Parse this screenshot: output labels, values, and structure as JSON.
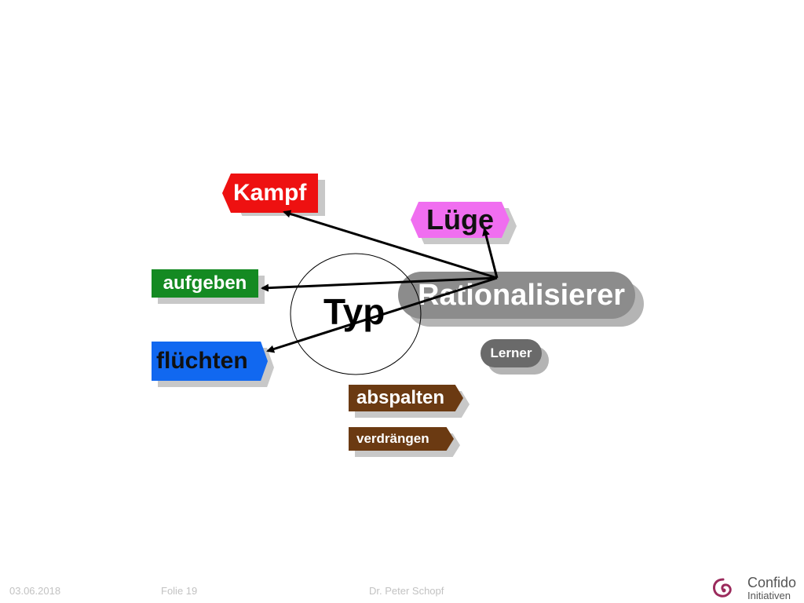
{
  "diagram": {
    "center": "Typ",
    "type_label": "Rationalisierer",
    "sub_label": "Lerner",
    "targets": {
      "kampf": "Kampf",
      "luege": "Lüge",
      "aufgeben": "aufgeben",
      "fluechten": "flüchten",
      "abspalten": "abspalten",
      "verdraengen": "verdrängen"
    },
    "colors": {
      "kampf": "#ee1111",
      "luege": "#f06ef0",
      "aufgeben": "#148a22",
      "fluechten": "#1168f0",
      "abspalten": "#6b3a12",
      "verdraengen": "#6b3a12",
      "rationalisierer": "#8c8c8c",
      "lerner": "#6a6a6a"
    }
  },
  "footer": {
    "date": "03.06.2018",
    "slide": "Folie 19",
    "author": "Dr. Peter Schopf",
    "logo_line1": "Confido",
    "logo_line2": "Initiativen"
  }
}
